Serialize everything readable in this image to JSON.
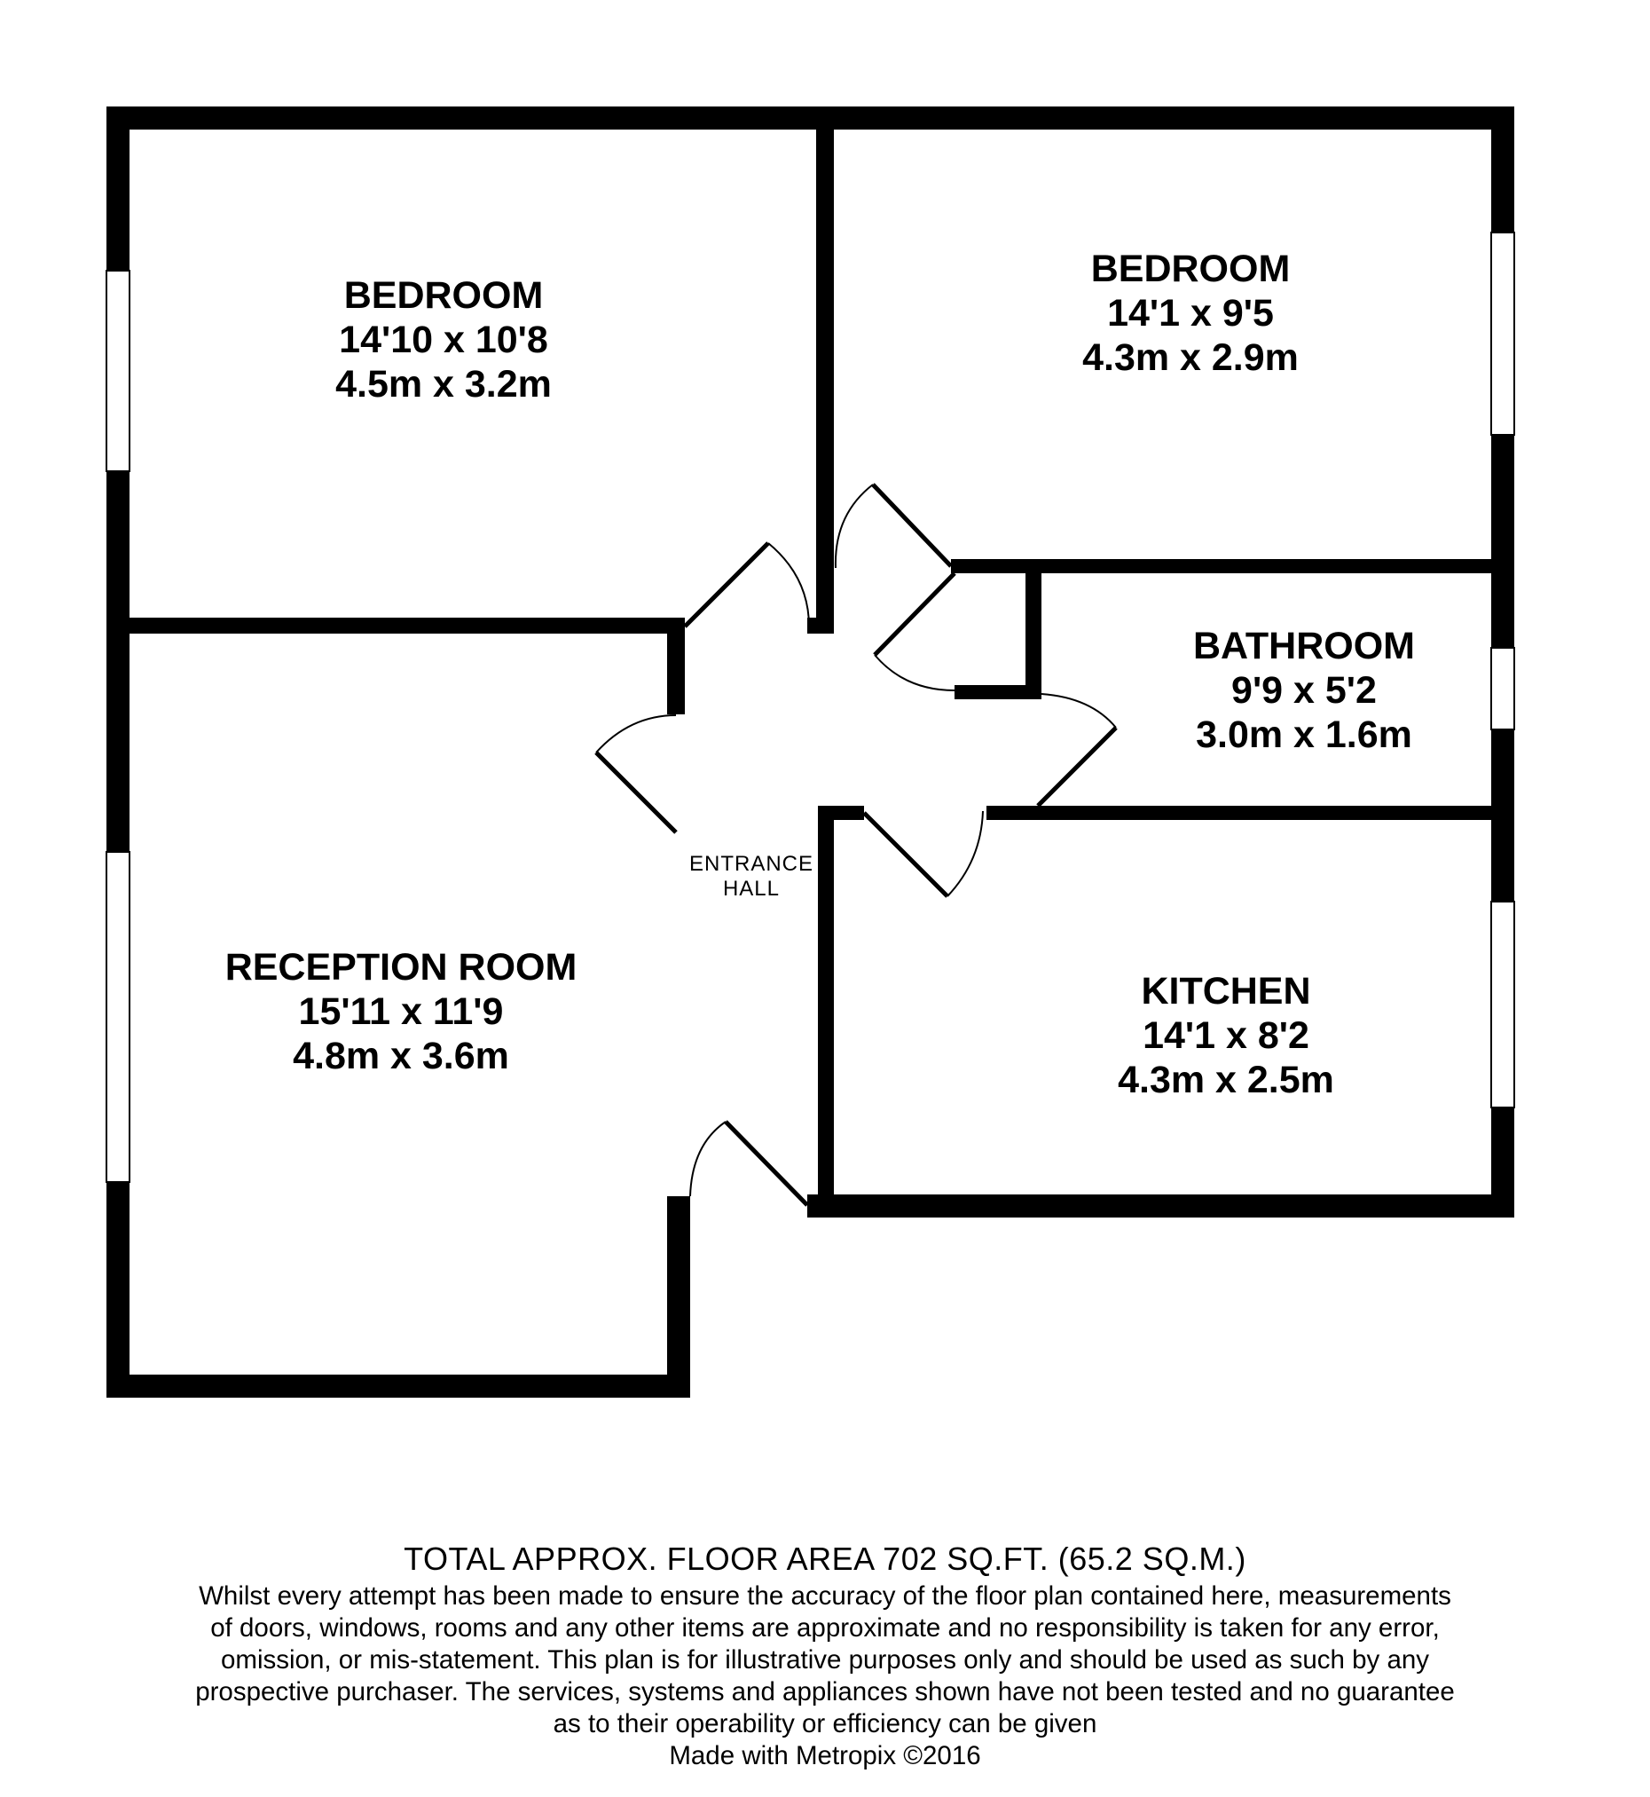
{
  "plan": {
    "rooms": [
      {
        "id": "bedroom-1",
        "name": "BEDROOM",
        "imperial": "14'10 x 10'8",
        "metric": "4.5m x 3.2m"
      },
      {
        "id": "bedroom-2",
        "name": "BEDROOM",
        "imperial": "14'1 x 9'5",
        "metric": "4.3m x 2.9m"
      },
      {
        "id": "bathroom",
        "name": "BATHROOM",
        "imperial": "9'9 x 5'2",
        "metric": "3.0m x 1.6m"
      },
      {
        "id": "reception",
        "name": "RECEPTION ROOM",
        "imperial": "15'11 x 11'9",
        "metric": "4.8m x 3.6m"
      },
      {
        "id": "kitchen",
        "name": "KITCHEN",
        "imperial": "14'1 x 8'2",
        "metric": "4.3m x 2.5m"
      }
    ],
    "hall": {
      "line1": "ENTRANCE",
      "line2": "HALL"
    }
  },
  "footer": {
    "total_area": "TOTAL APPROX. FLOOR AREA 702 SQ.FT. (65.2 SQ.M.)",
    "disclaimer_lines": [
      "Whilst every attempt has been made to ensure the accuracy of the floor plan contained here, measurements",
      "of doors, windows, rooms and any other items are approximate and no responsibility is taken for any error,",
      "omission, or mis-statement. This plan is for illustrative purposes only and should be used as such by any",
      "prospective purchaser. The services, systems and appliances shown have not been tested and no guarantee",
      "as to their operability or efficiency can be given"
    ],
    "credit": "Made with Metropix ©2016"
  }
}
